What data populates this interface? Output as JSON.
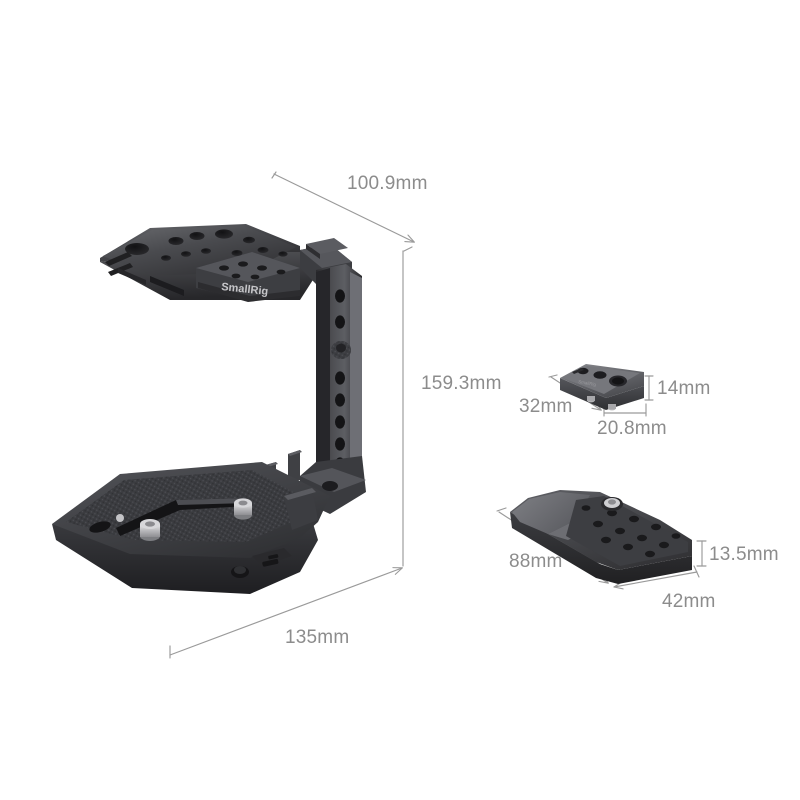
{
  "diagram": {
    "type": "product-dimension-diagram",
    "background_color": "#ffffff",
    "brand": "SmallRig",
    "line_color": "#9a9a9a",
    "label_color": "#8c8c8c",
    "body_color": "#3a3a3c",
    "accent_metal_color": "#c9c9cb"
  },
  "parts": {
    "cage": {
      "name": "camera-cage-half",
      "brand_text": "SmallRig"
    },
    "small_plate": {
      "name": "quick-release-plate"
    },
    "extension_plate": {
      "name": "extension-baseplate"
    }
  },
  "dimensions": {
    "cage_depth": {
      "value": "100.9mm",
      "part": "cage"
    },
    "cage_height": {
      "value": "159.3mm",
      "part": "cage"
    },
    "cage_width": {
      "value": "135mm",
      "part": "cage"
    },
    "small_plate_length": {
      "value": "32mm",
      "part": "small_plate"
    },
    "small_plate_width": {
      "value": "20.8mm",
      "part": "small_plate"
    },
    "small_plate_height": {
      "value": "14mm",
      "part": "small_plate"
    },
    "extension_length": {
      "value": "88mm",
      "part": "extension_plate"
    },
    "extension_width": {
      "value": "42mm",
      "part": "extension_plate"
    },
    "extension_height": {
      "value": "13.5mm",
      "part": "extension_plate"
    }
  }
}
